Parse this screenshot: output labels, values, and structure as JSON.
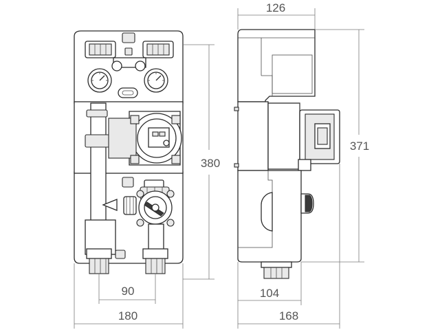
{
  "dimensions": {
    "front_height": "380",
    "front_total_width": "180",
    "front_port_spacing": "90",
    "side_top_depth": "126",
    "side_height": "371",
    "side_bottom_depth": "104",
    "side_total_depth": "168"
  },
  "colors": {
    "line": "#2b2b2b",
    "dimension": "#7a7a7a",
    "dimension_text": "#555555",
    "background": "#ffffff"
  }
}
